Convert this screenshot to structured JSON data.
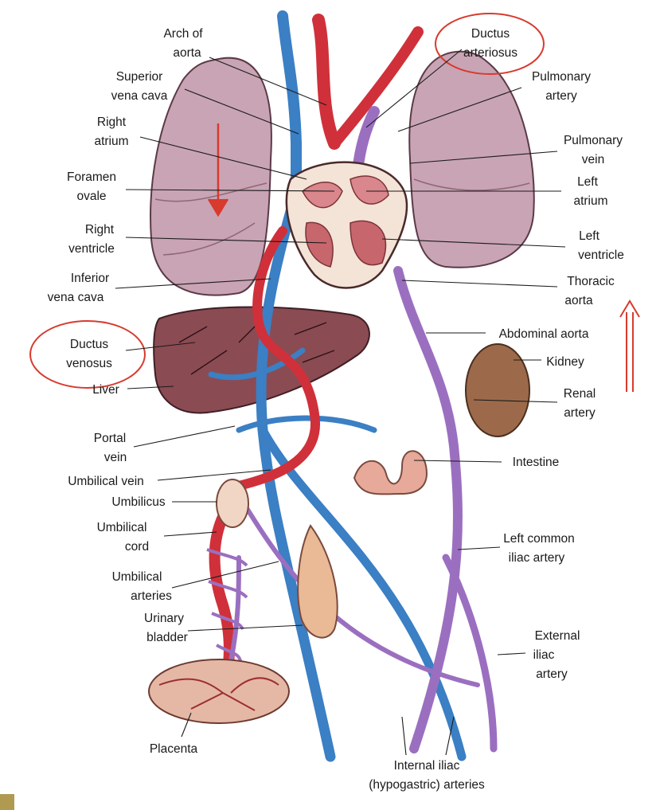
{
  "labels": {
    "arch_of_aorta": [
      "Arch of",
      "aorta"
    ],
    "ductus_arteriosus": [
      "Ductus",
      "arteriosus"
    ],
    "superior_vena_cava": [
      "Superior",
      "vena cava"
    ],
    "pulmonary_artery": [
      "Pulmonary",
      "artery"
    ],
    "right_atrium": [
      "Right",
      "atrium"
    ],
    "pulmonary_vein": [
      "Pulmonary",
      "vein"
    ],
    "foramen_ovale": [
      "Foramen",
      "ovale"
    ],
    "left_atrium": [
      "Left",
      "atrium"
    ],
    "right_ventricle": [
      "Right",
      "ventricle"
    ],
    "left_ventricle": [
      "Left",
      "ventricle"
    ],
    "inferior_vena_cava": [
      "Inferior",
      "vena cava"
    ],
    "thoracic_aorta": [
      "Thoracic",
      "aorta"
    ],
    "abdominal_aorta": [
      "Abdominal aorta"
    ],
    "ductus_venosus": [
      "Ductus",
      "venosus"
    ],
    "kidney": [
      "Kidney"
    ],
    "liver": [
      "Liver"
    ],
    "renal_artery": [
      "Renal",
      "artery"
    ],
    "portal_vein": [
      "Portal",
      "vein"
    ],
    "intestine": [
      "Intestine"
    ],
    "umbilical_vein": [
      "Umbilical vein"
    ],
    "umbilicus": [
      "Umbilicus"
    ],
    "umbilical_cord": [
      "Umbilical",
      "cord"
    ],
    "left_common_iliac_artery": [
      "Left common",
      "iliac artery"
    ],
    "umbilical_arteries": [
      "Umbilical",
      "arteries"
    ],
    "urinary_bladder": [
      "Urinary",
      "bladder"
    ],
    "external_iliac_artery": [
      "External",
      "iliac",
      "artery"
    ],
    "placenta": [
      "Placenta"
    ],
    "internal_iliac_arteries": [
      "Internal iliac",
      "(hypogastric) arteries"
    ]
  },
  "colors": {
    "oxygenated": "#d0303a",
    "deoxygenated": "#3b7fc4",
    "mixed": "#9b6fc0",
    "lung": "#c9a4b4",
    "liver": "#8b4b53",
    "kidney": "#9c6a4a",
    "intestine": "#e6a99a",
    "highlight": "#d83a2e"
  },
  "arrows": {
    "left": "down",
    "right": "up"
  }
}
